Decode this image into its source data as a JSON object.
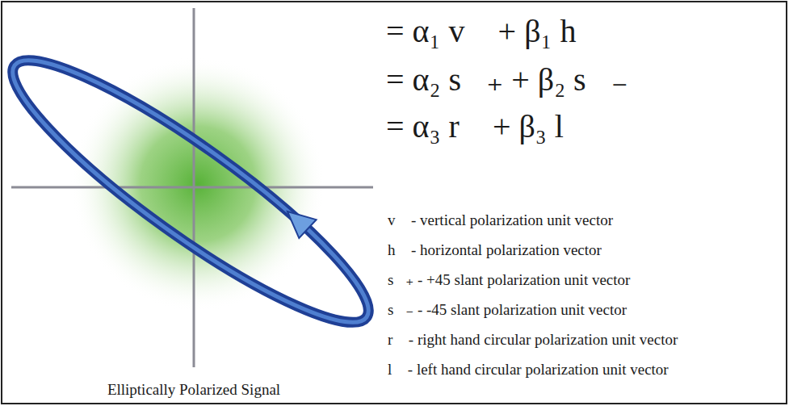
{
  "diagram": {
    "caption": "Elliptically Polarized Signal",
    "labels": [
      "= α₁ v⃗ + β₁ h⃗",
      "= α₂ s⃗₊ + β₂ s⃗₋",
      "= α₃ r⃗ + β₃ l⃗",
      "v⃗ - vertical polarization unit vector",
      "h⃗ - horizontal polarization vector",
      "s⃗₊ - +45 slant polarization unit vector",
      "s⃗₋ - -45 slant polarization unit vector",
      "r⃗ - right hand circular polarization unit vector",
      "l⃗ - left hand circular polarization unit vector"
    ]
  }
}
